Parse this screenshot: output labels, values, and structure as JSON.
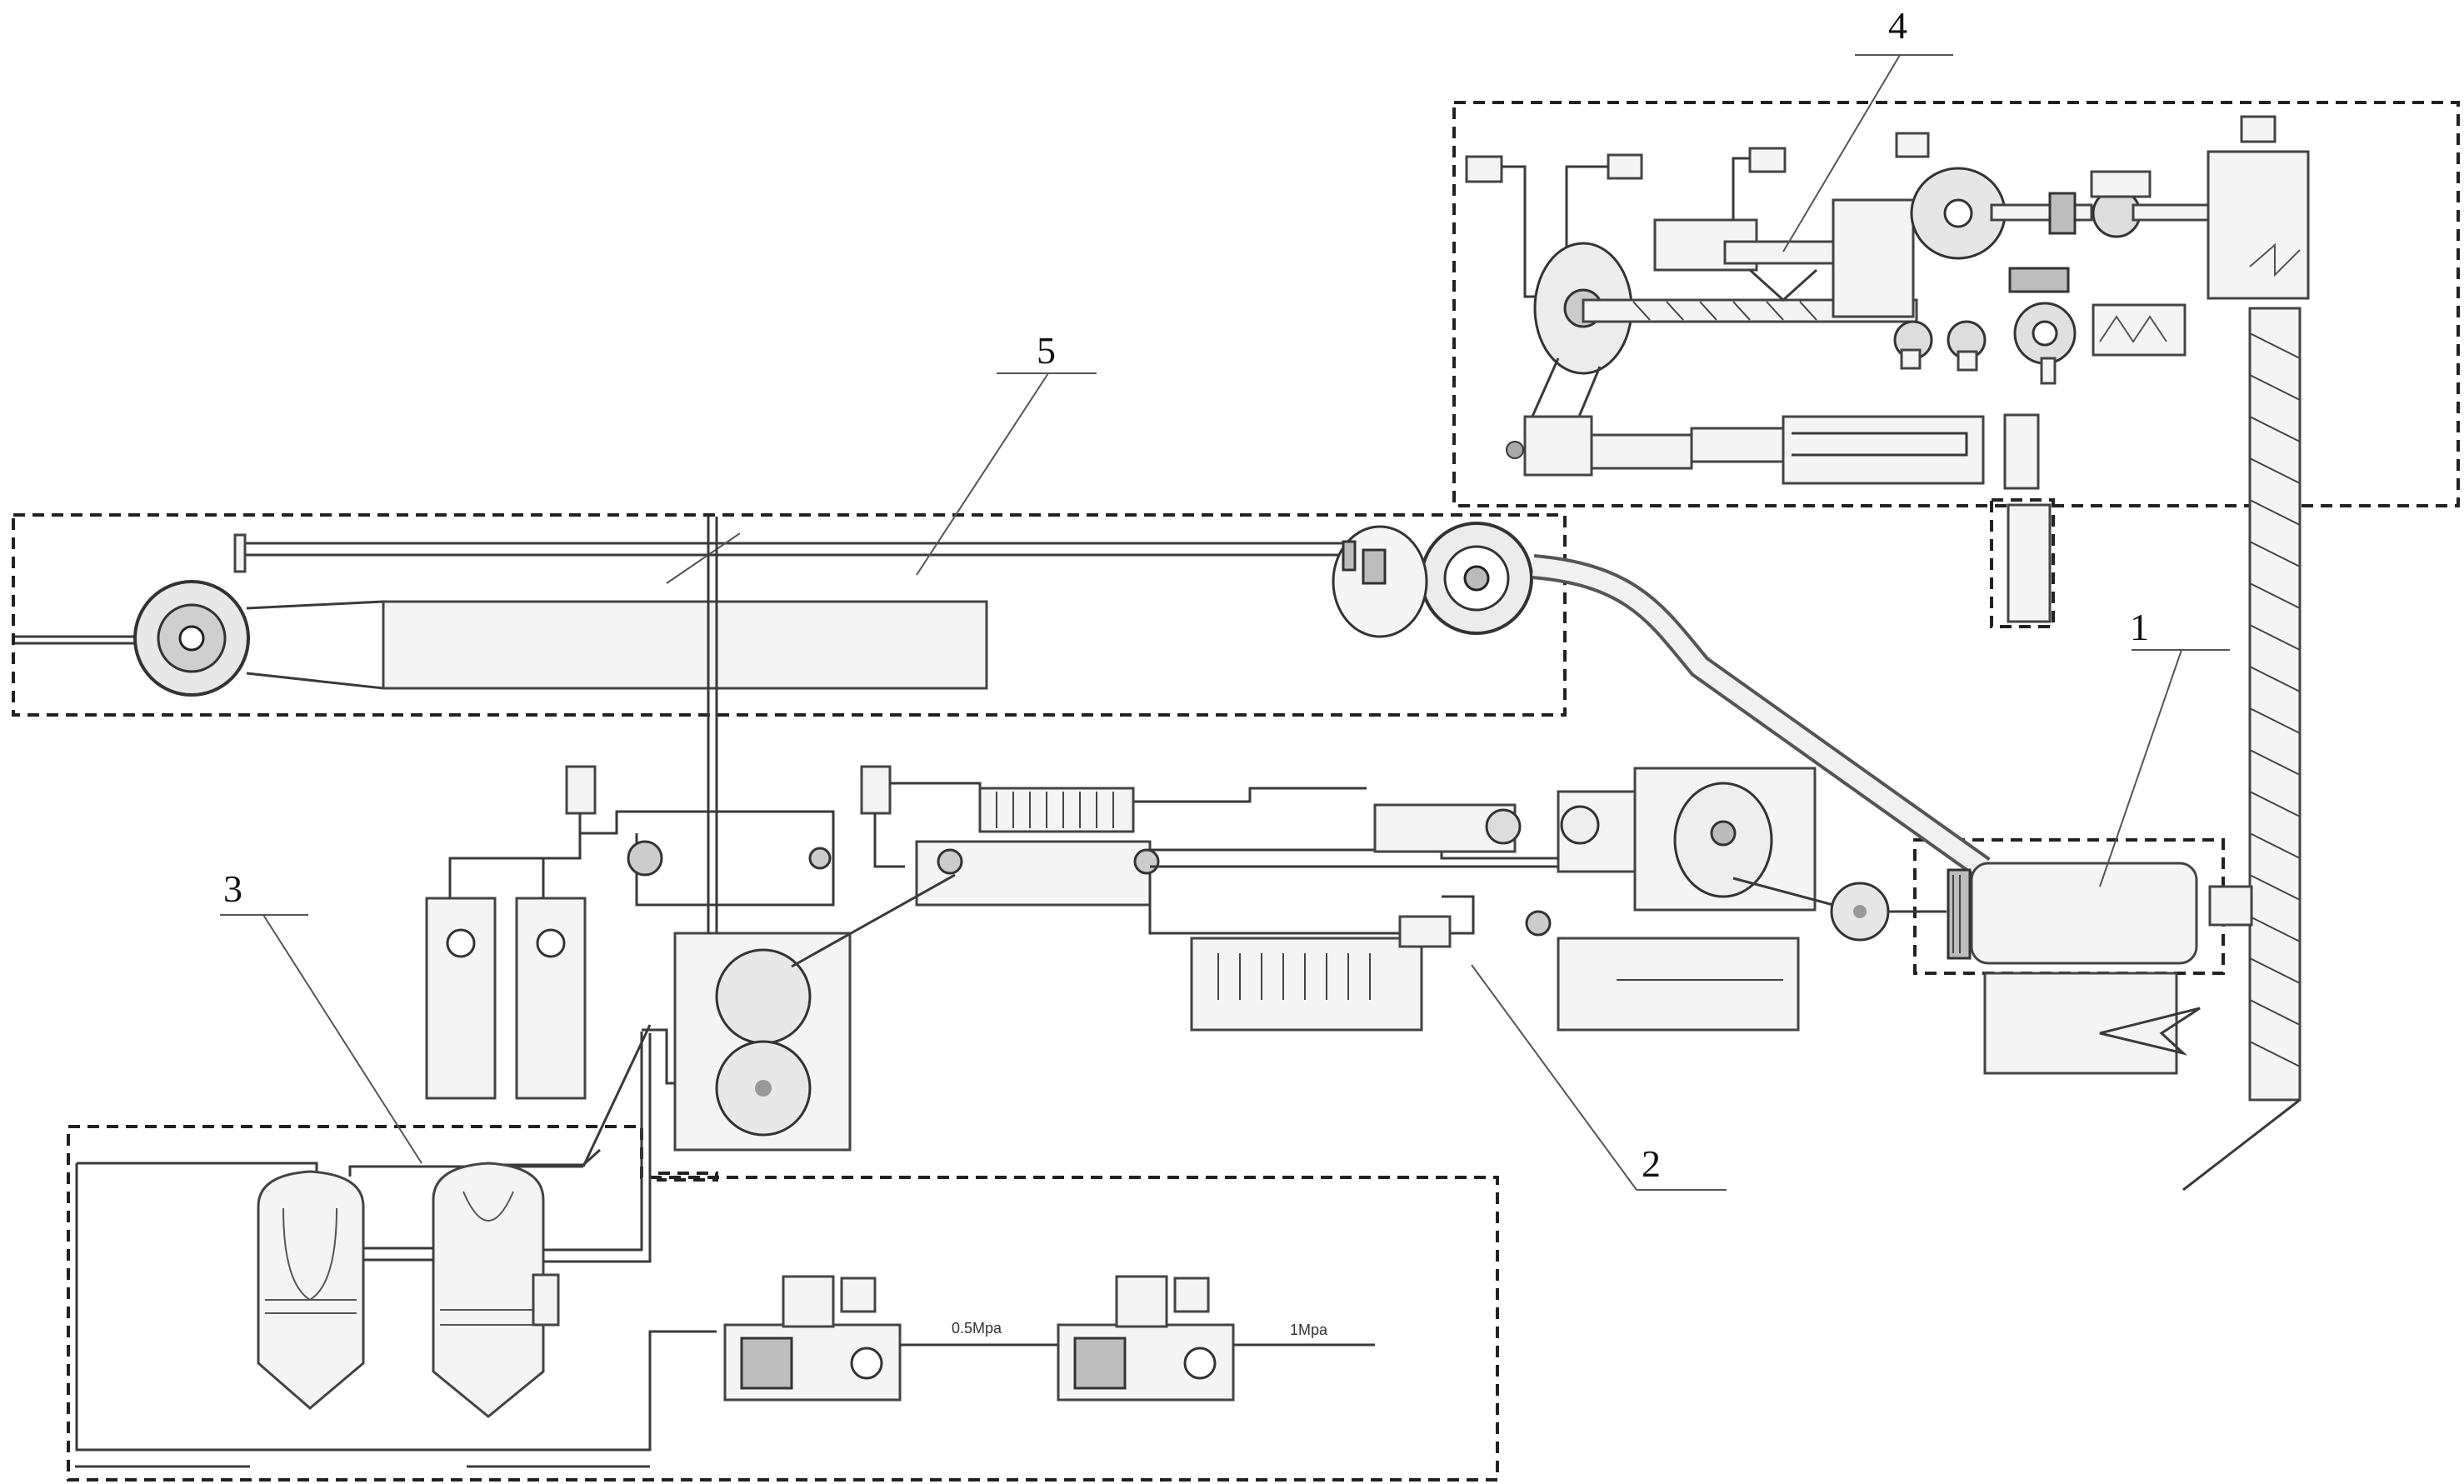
{
  "callouts": {
    "c1": "1",
    "c2": "2",
    "c3": "3",
    "c4": "4",
    "c5": "5"
  },
  "pressure_labels": {
    "p1": "0.5Mpa",
    "p2": "1Mpa"
  }
}
